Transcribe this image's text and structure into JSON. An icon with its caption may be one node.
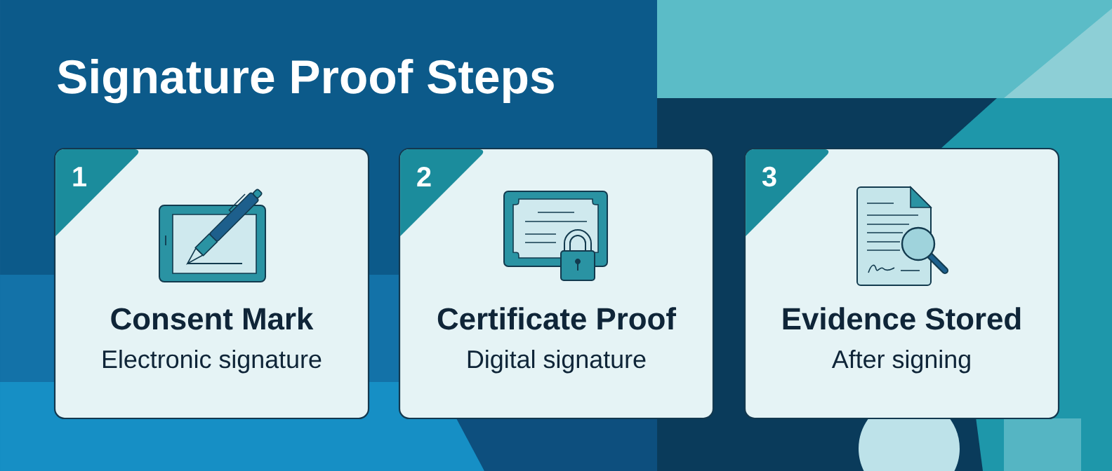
{
  "diagram": {
    "title": "Signature Proof Steps",
    "nodes": [
      {
        "text": [
          "1",
          "Consent Mark",
          "Electronic signature"
        ]
      },
      {
        "text": [
          "2",
          "Certificate Proof",
          "Digital signature"
        ]
      },
      {
        "text": [
          "3",
          "Evidence Stored",
          "After signing"
        ]
      }
    ]
  }
}
